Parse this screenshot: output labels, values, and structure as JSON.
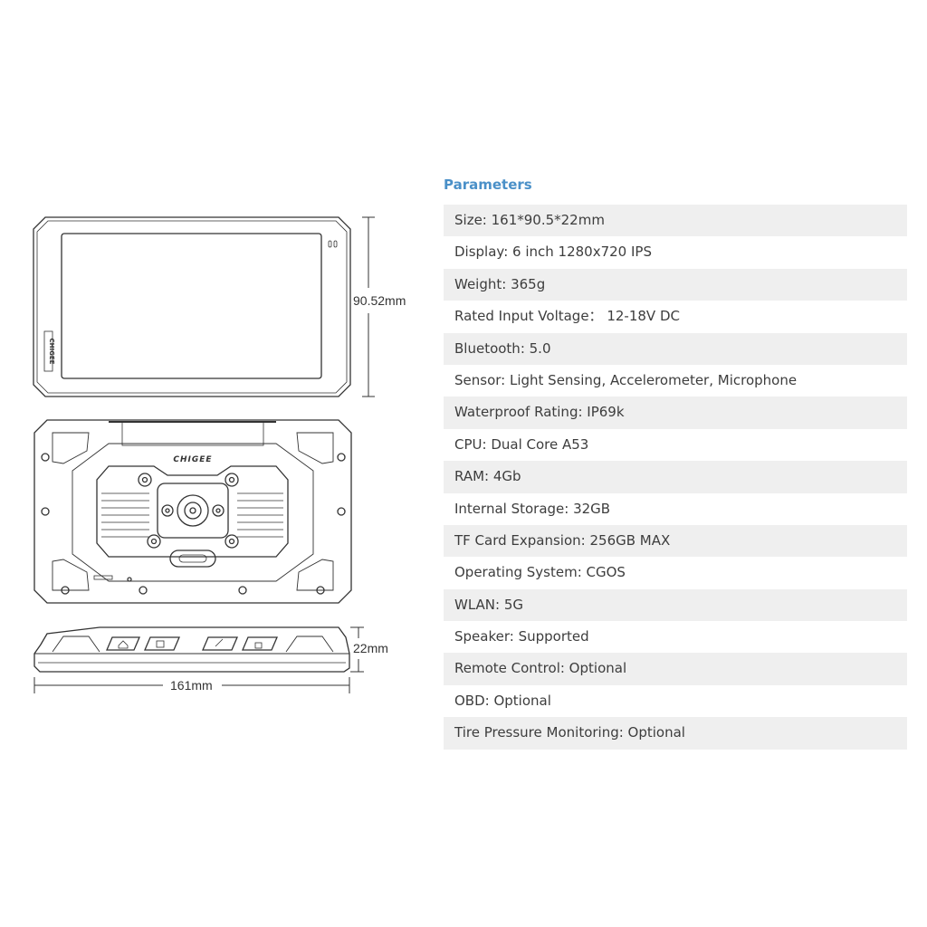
{
  "colors": {
    "accent": "#4a90c8",
    "row_shade": "#efefef",
    "text": "#3d3d3d",
    "line": "#333333"
  },
  "drawing": {
    "height_label": "90.52mm",
    "depth_label": "22mm",
    "width_label": "161mm",
    "logo_text": "CHIGEE"
  },
  "parameters": {
    "title": "Parameters",
    "items": [
      "Size: 161*90.5*22mm",
      "Display: 6 inch 1280x720 IPS",
      "Weight: 365g",
      "Rated Input Voltage：  12-18V DC",
      "Bluetooth: 5.0",
      "Sensor: Light Sensing, Accelerometer, Microphone",
      "Waterproof Rating: IP69k",
      "CPU: Dual Core A53",
      "RAM: 4Gb",
      "Internal Storage: 32GB",
      "TF Card Expansion: 256GB MAX",
      "Operating System: CGOS",
      "WLAN: 5G",
      "Speaker: Supported",
      "Remote Control: Optional",
      "OBD: Optional",
      "Tire Pressure Monitoring: Optional"
    ]
  }
}
